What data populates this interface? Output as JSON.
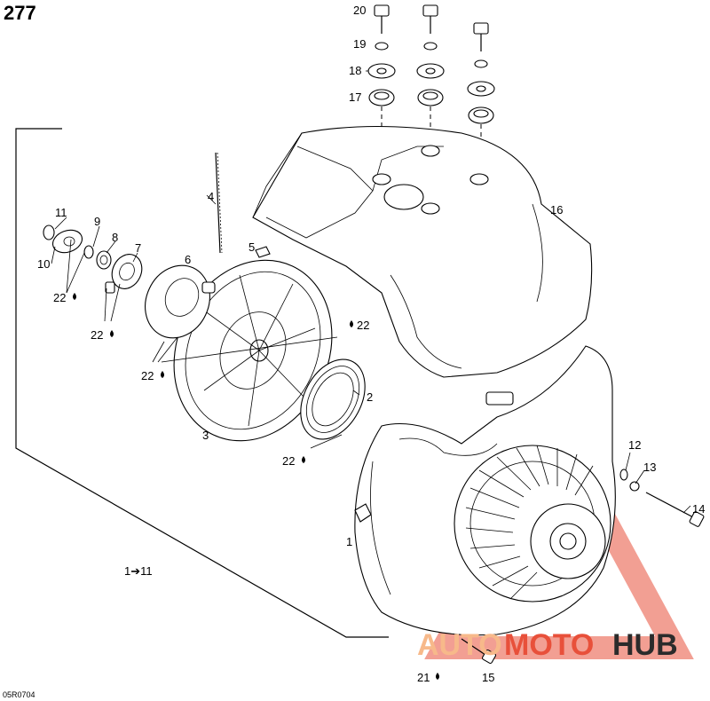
{
  "page_number": "277",
  "drawing_code": "05R0704",
  "callouts": {
    "c1": "1",
    "c2": "2",
    "c3": "3",
    "c4": "4",
    "c5": "5",
    "c6": "6",
    "c7": "7",
    "c8": "8",
    "c9": "9",
    "c10": "10",
    "c11": "11",
    "c12": "12",
    "c13": "13",
    "c14": "14",
    "c15": "15",
    "c16": "16",
    "c17": "17",
    "c18": "18",
    "c19": "19",
    "c20": "20"
  },
  "lube_labels": {
    "l22a": "22",
    "l22b": "22",
    "l22c": "22",
    "l22d": "22",
    "l22e": "22",
    "l21": "21"
  },
  "assembly_range": "1➔11",
  "watermark": {
    "part1": "AUTO",
    "part2": "MOTO",
    "part3": "HUB",
    "color_light": "#f7b98a",
    "color_red": "#e8503a",
    "color_dark": "#2b2b2b"
  }
}
